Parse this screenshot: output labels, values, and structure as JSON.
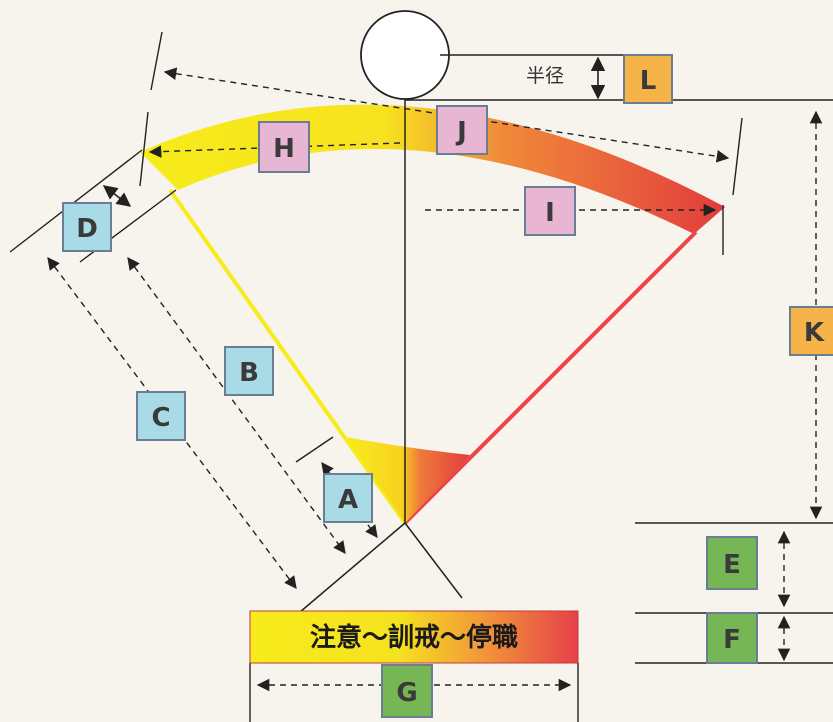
{
  "labels": {
    "A": "A",
    "B": "B",
    "C": "C",
    "D": "D",
    "E": "E",
    "F": "F",
    "G": "G",
    "H": "H",
    "I": "I",
    "J": "J",
    "K": "K",
    "L": "L"
  },
  "radius_label": "半径",
  "gradient_bar_text": "注意〜訓戒〜停職",
  "colors": {
    "blue_box": "#a9dbe6",
    "pink_box": "#e8b6d2",
    "orange_box": "#f6b34a",
    "green_box": "#76b655",
    "yellow": "#f7ec1b",
    "red": "#e84a4a"
  }
}
